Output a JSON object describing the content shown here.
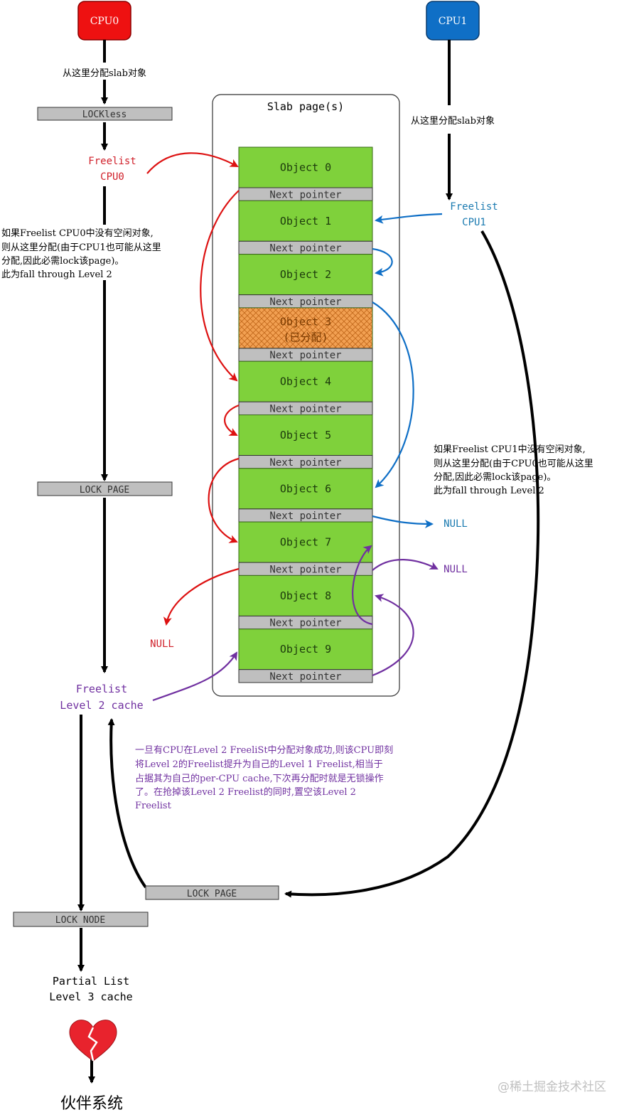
{
  "colors": {
    "cpu0": "#ee1111",
    "cpu1": "#0f6fc6",
    "object_fill": "#7fd13b",
    "allocated_fill": "#f2a052",
    "bar_fill": "#bfbfbf",
    "red_text": "#d0202a",
    "blue_text": "#1a7ab0",
    "purple": "#7030a0"
  },
  "cpu0": {
    "label": "CPU0"
  },
  "cpu1": {
    "label": "CPU1"
  },
  "cpu0_alloc_note": "从这里分配slab对象",
  "cpu1_alloc_note": "从这里分配slab对象",
  "locks": {
    "lockless": "LOCKless",
    "lock_page_left": "LOCK PAGE",
    "lock_page_bottom": "LOCK PAGE",
    "lock_node": "LOCK NODE"
  },
  "freelist_cpu0": {
    "line1": "Freelist",
    "line2": "CPU0"
  },
  "freelist_cpu1": {
    "line1": "Freelist",
    "line2": "CPU1"
  },
  "freelist_l2": {
    "line1": "Freelist",
    "line2": "Level 2 cache"
  },
  "partial_list": {
    "line1": "Partial List",
    "line2": "Level 3 cache"
  },
  "buddy_system": "伙伴系统",
  "slab": {
    "title": "Slab page(s)",
    "next_label": "Next pointer",
    "objects": [
      {
        "label": "Object 0"
      },
      {
        "label": "Object 1"
      },
      {
        "label": "Object 2"
      },
      {
        "label": "Object 3",
        "sub": "(已分配)",
        "allocated": true
      },
      {
        "label": "Object 4"
      },
      {
        "label": "Object 5"
      },
      {
        "label": "Object 6"
      },
      {
        "label": "Object 7"
      },
      {
        "label": "Object 8"
      },
      {
        "label": "Object 9"
      }
    ]
  },
  "notes": {
    "left": [
      "如果Freelist CPU0中没有空闲对象,",
      "则从这里分配(由于CPU1也可能从这里",
      "分配,因此必需lock该page)。",
      "此为fall through Level 2"
    ],
    "right": [
      "如果Freelist CPU1中没有空闲对象,",
      "则从这里分配(由于CPU0也可能从这里",
      "分配,因此必需lock该page)。",
      "此为fall through Level 2"
    ],
    "purple": [
      "一旦有CPU在Level 2 FreeliSt中分配对象成功,则该CPU即刻",
      "将Level 2的Freelist提升为自己的Level 1 Freelist,相当于",
      "占据其为自己的per-CPU cache,下次再分配时就是无锁操作",
      "了。在抢掉该Level 2 Freelist的同时,置空该Level 2",
      "Freelist"
    ]
  },
  "null_labels": {
    "blue": "NULL",
    "purple": "NULL",
    "red": "NULL"
  },
  "watermark": "@稀土掘金技术社区"
}
